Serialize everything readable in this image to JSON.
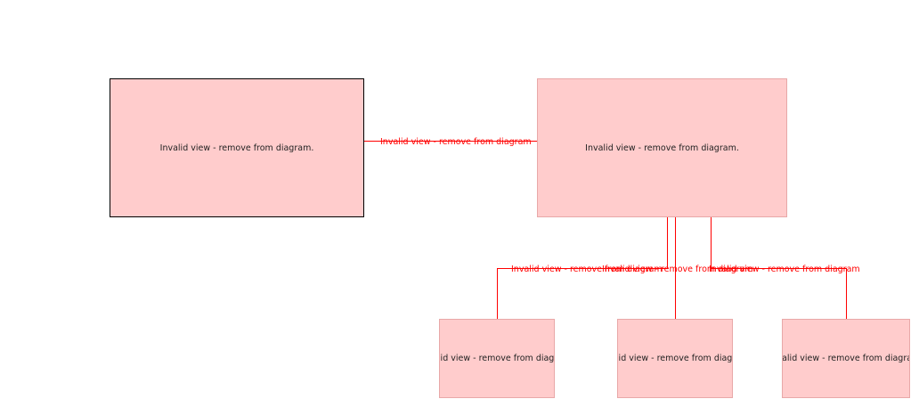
{
  "colors": {
    "node_fill": "#ffcccc",
    "node_border": "#e8a8a8",
    "selected_border": "#000000",
    "edge_color": "#ff0000",
    "node_text": "#222222"
  },
  "nodes": [
    {
      "label": "Invalid view - remove from diagram."
    },
    {
      "label": "Invalid view - remove from diagram."
    },
    {
      "label": "Invalid view - remove from diagram."
    },
    {
      "label": "Invalid view - remove from diagram."
    },
    {
      "label": "Invalid view - remove from diagram."
    }
  ],
  "edges": [
    {
      "label": "Invalid view - remove from diagram"
    },
    {
      "label": "Invalid view - remove from diagram"
    },
    {
      "label": "Invalid view - remove from diagram"
    },
    {
      "label": "Invalid view - remove from diagram"
    }
  ]
}
